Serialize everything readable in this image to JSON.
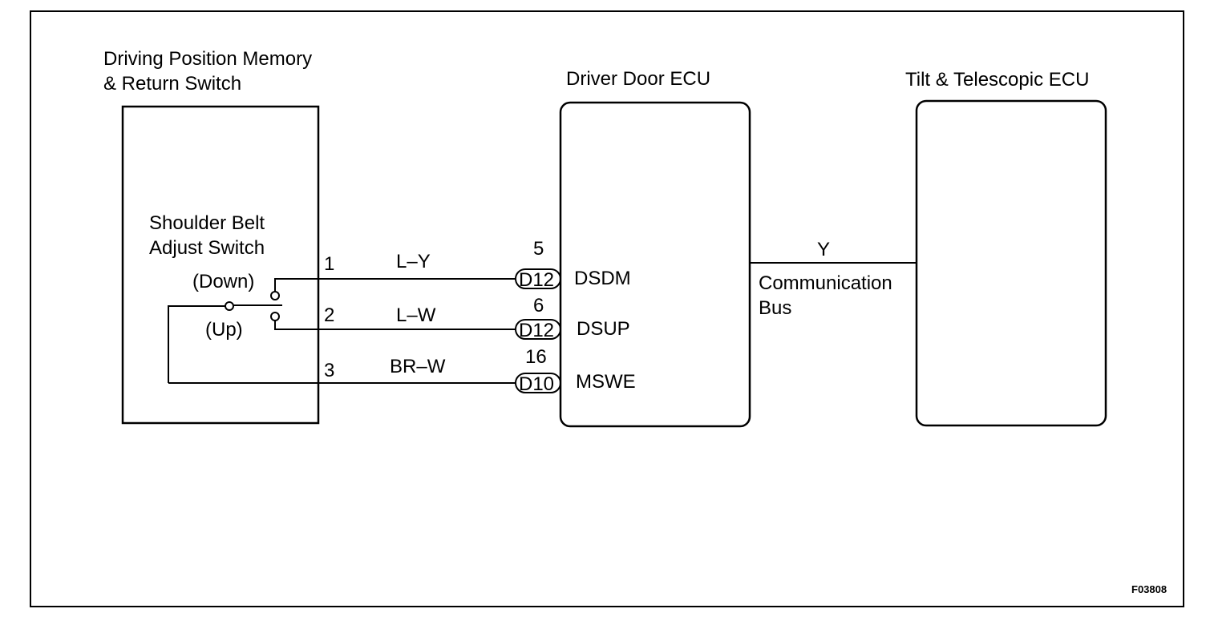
{
  "switch_unit": {
    "title_line1": "Driving Position Memory",
    "title_line2": "& Return Switch",
    "inner_line1": "Shoulder Belt",
    "inner_line2": "Adjust Switch",
    "pos_down": "(Down)",
    "pos_up": "(Up)"
  },
  "driver_door_ecu": {
    "title": "Driver Door ECU"
  },
  "tilt_ecu": {
    "title": "Tilt & Telescopic ECU"
  },
  "wires": [
    {
      "pin_left": "1",
      "color": "L–Y",
      "pin_right": "5",
      "connector": "D12",
      "terminal": "DSDM"
    },
    {
      "pin_left": "2",
      "color": "L–W",
      "pin_right": "6",
      "connector": "D12",
      "terminal": "DSUP"
    },
    {
      "pin_left": "3",
      "color": "BR–W",
      "pin_right": "16",
      "connector": "D10",
      "terminal": "MSWE"
    }
  ],
  "bus": {
    "color": "Y",
    "label_line1": "Communication",
    "label_line2": "Bus"
  },
  "figure_code": "F03808"
}
